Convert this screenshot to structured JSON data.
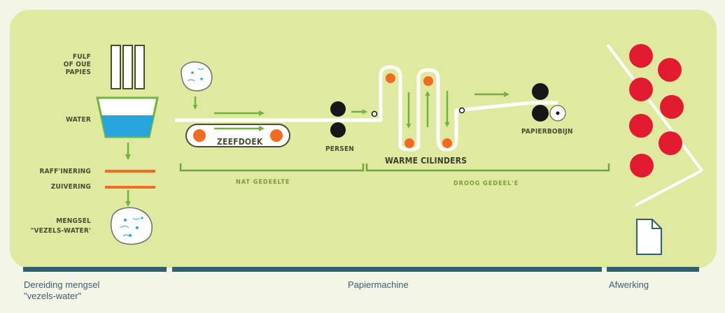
{
  "labels": {
    "pulp": "FULF\nOF OUE\nPAPIES",
    "water": "WATER",
    "refining": "RAFF'INERING",
    "cleaning": "ZUIVERING",
    "mixture": "MENGSEL\n\"VEZELS-WATER'",
    "sieve": "ZEEFDOEK",
    "press": "PERSEN",
    "cylinders": "WARME CILINDERS",
    "reel": "PAPIERBOBIJN",
    "wet_part": "NAT GEDEELTE",
    "dry_part": "DROOG GEDEEL'E"
  },
  "sections": {
    "prep": "Dereiding mengsel\n\"vezels-water\"",
    "machine": "Papiermachine",
    "finishing": "Afwerking"
  },
  "colors": {
    "panel": "#dfe99f",
    "pipe": "#ffffff",
    "orange": "#f26b21",
    "roller": "#171717",
    "arrow": "#6fb43f",
    "water": "#27a5df",
    "red_sheet": "#e31b30",
    "teal_bar": "#2e5f6e",
    "bracket": "#73a43f"
  }
}
